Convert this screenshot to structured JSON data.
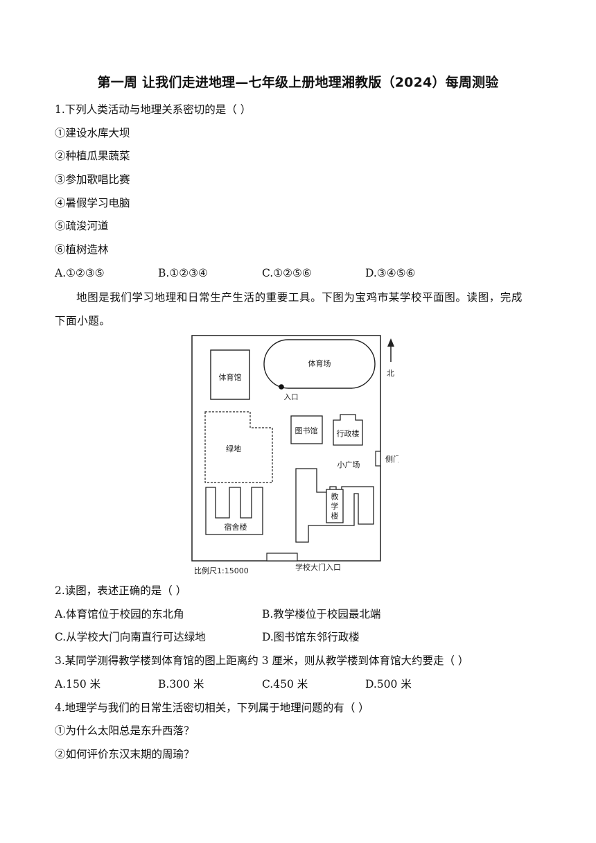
{
  "title": "第一周 让我们走进地理—七年级上册地理湘教版（2024）每周测验",
  "q1": {
    "stem": "1.下列人类活动与地理关系密切的是（ ）",
    "items": [
      "①建设水库大坝",
      "②种植瓜果蔬菜",
      "③参加歌唱比赛",
      "④暑假学习电脑",
      "⑤疏浚河道",
      "⑥植树造林"
    ],
    "options": [
      "A.①②③⑤",
      "B.①②③④",
      "C.①②⑤⑥",
      "D.③④⑤⑥"
    ]
  },
  "material": "地图是我们学习地理和日常生产生活的重要工具。下图为宝鸡市某学校平面图。读图，完成下面小题。",
  "map": {
    "gym": "体育馆",
    "stadium": "体育场",
    "entrance": "入口",
    "north": "北",
    "library": "图书馆",
    "admin": "行政楼",
    "greenland": "绿地",
    "plaza": "小广场",
    "side_gate": "侧门",
    "teaching": [
      "教",
      "学",
      "楼"
    ],
    "dorm": "宿舍楼",
    "scale": "比例尺1:15000",
    "main_gate": "学校大门入口"
  },
  "q2": {
    "stem": "2.读图，表述正确的是（ ）",
    "options": [
      "A.体育馆位于校园的东北角",
      "B.教学楼位于校园最北端",
      "C.从学校大门向南直行可达绿地",
      "D.图书馆东邻行政楼"
    ]
  },
  "q3": {
    "stem": "3.某同学测得教学楼到体育馆的图上距离约 3 厘米，则从教学楼到体育馆大约要走（ ）",
    "options": [
      "A.150 米",
      "B.300 米",
      "C.450 米",
      "D.500 米"
    ]
  },
  "q4": {
    "stem": "4.地理学与我们的日常生活密切相关，下列属于地理问题的有（ ）",
    "items": [
      "①为什么太阳总是东升西落？",
      "②如何评价东汉末期的周瑜？"
    ]
  }
}
